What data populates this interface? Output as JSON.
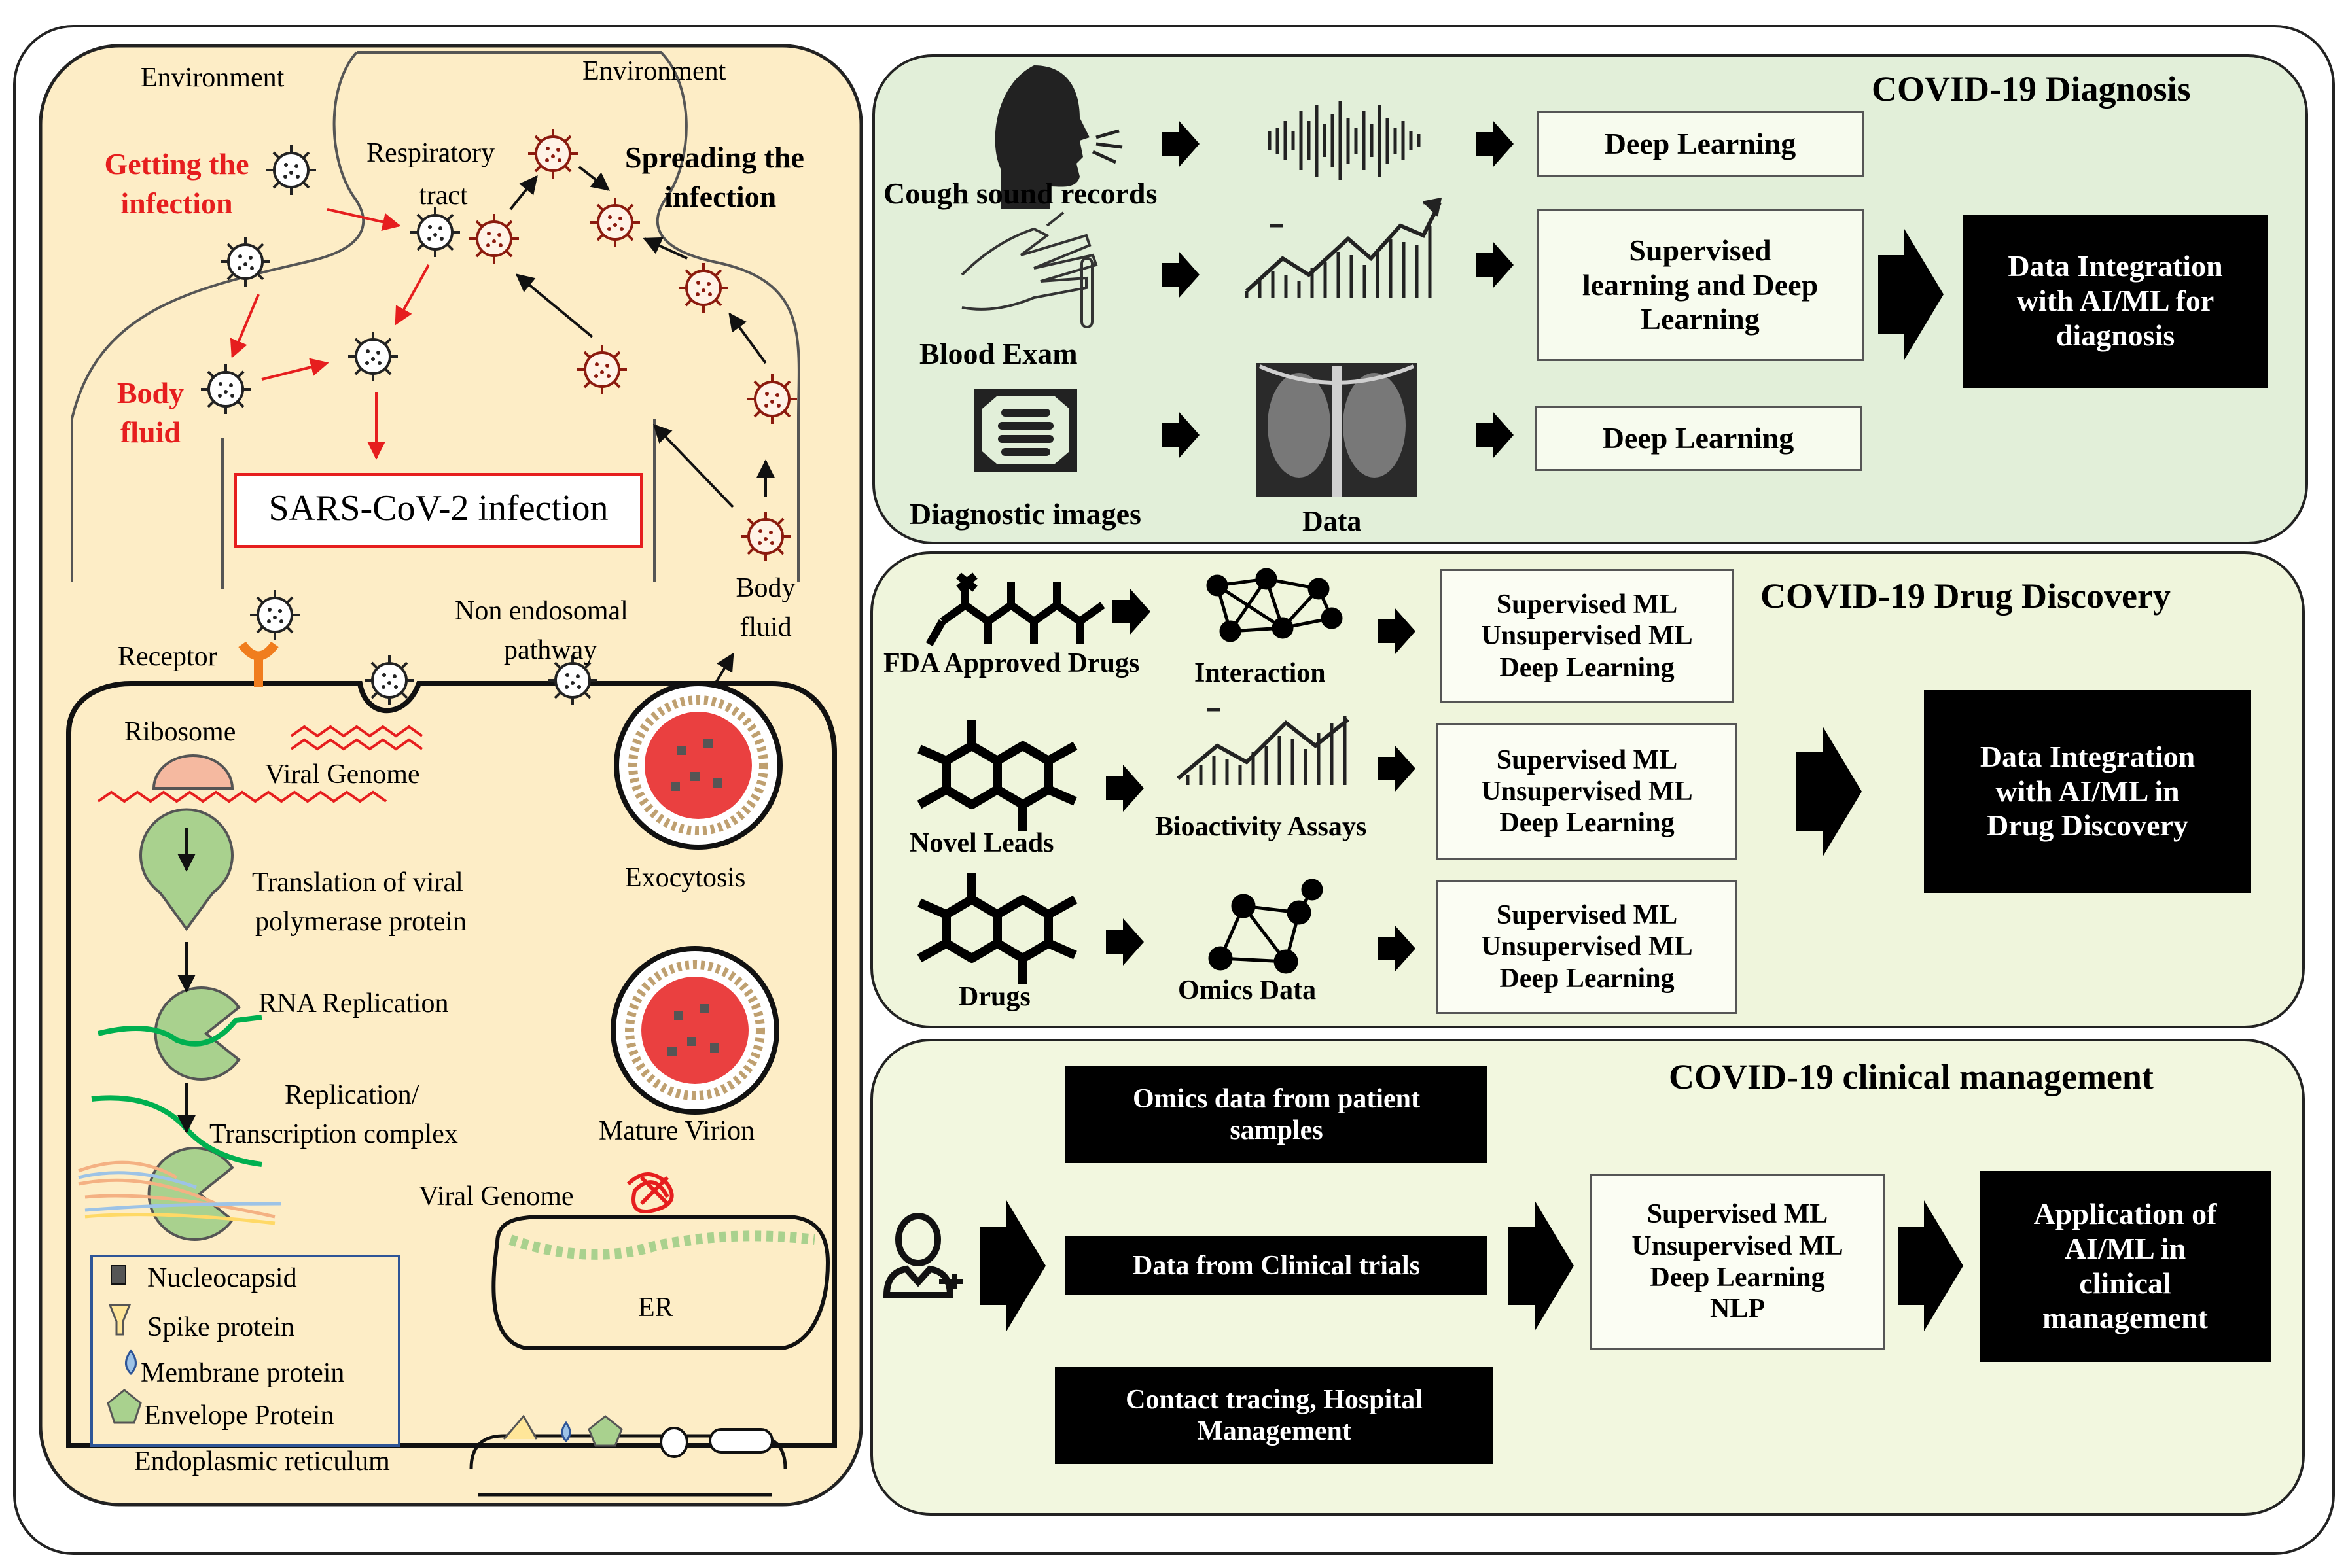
{
  "left": {
    "env_left": "Environment",
    "env_right": "Environment",
    "getting_infection_1": "Getting the",
    "getting_infection_2": "infection",
    "respiratory_1": "Respiratory",
    "respiratory_2": "tract",
    "spreading_1": "Spreading the",
    "spreading_2": "infection",
    "body_fluid_red_1": "Body",
    "body_fluid_red_2": "fluid",
    "sars": "SARS-CoV-2 infection",
    "body_fluid_1": "Body",
    "body_fluid_2": "fluid",
    "non_endo_1": "Non endosomal",
    "non_endo_2": "pathway",
    "receptor": "Receptor",
    "ribosome": "Ribosome",
    "viral_genome_top": "Viral Genome",
    "translation_1": "Translation of viral",
    "translation_2": "polymerase protein",
    "rna_rep": "RNA Replication",
    "rep_1": "Replication/",
    "rep_2": "Transcription complex",
    "exocytosis": "Exocytosis",
    "mature_virion": "Mature Virion",
    "viral_genome_bottom": "Viral Genome",
    "er": "ER",
    "endoplasmic": "Endoplasmic reticulum",
    "legend": {
      "nucleocapsid": "Nucleocapsid",
      "spike": "Spike protein",
      "membrane": "Membrane protein",
      "envelope": "Envelope Protein"
    }
  },
  "diagnosis": {
    "title": "COVID-19 Diagnosis",
    "cough": "Cough  sound  records",
    "blood": "Blood Exam",
    "images": "Diagnostic images",
    "data": "Data",
    "dl1": "Deep Learning",
    "sup_1": "Supervised",
    "sup_2": "learning  and  Deep",
    "sup_3": "Learning",
    "dl2": "Deep Learning",
    "integ_1": "Data Integration",
    "integ_2": "with  AI/ML for",
    "integ_3": "diagnosis"
  },
  "drug": {
    "title": "COVID-19  Drug Discovery",
    "fda": "FDA Approved  Drugs",
    "interaction": "Interaction",
    "novel": "Novel Leads",
    "bioactivity": "Bioactivity Assays",
    "drugs": "Drugs",
    "omics": "Omics Data",
    "ml_1": "Supervised ML",
    "ml_2": "Unsupervised ML",
    "ml_3": "Deep Learning",
    "integ_1": "Data Integration",
    "integ_2": "with  AI/ML in",
    "integ_3": "Drug Discovery"
  },
  "clinical": {
    "title": "COVID-19 clinical management",
    "omics_1": "Omics data from patient",
    "omics_2": "samples",
    "trials": "Data from Clinical trials",
    "contact_1": "Contact tracing, Hospital",
    "contact_2": "Management",
    "ml_1": "Supervised ML",
    "ml_2": "Unsupervised ML",
    "ml_3": "Deep Learning",
    "ml_4": "NLP",
    "app_1": "Application   of",
    "app_2": "AI/ML in",
    "app_3": "clinical",
    "app_4": "management"
  },
  "colors": {
    "left_panel": "#fdedc6",
    "diagnosis_panel": "#e2efd9",
    "drug_panel": "#eff5dc",
    "clinical_panel": "#f2f7df",
    "virus_red": "#8b1a0e",
    "infection_red": "#e61e1e",
    "receptor_orange": "#f07d1e"
  }
}
